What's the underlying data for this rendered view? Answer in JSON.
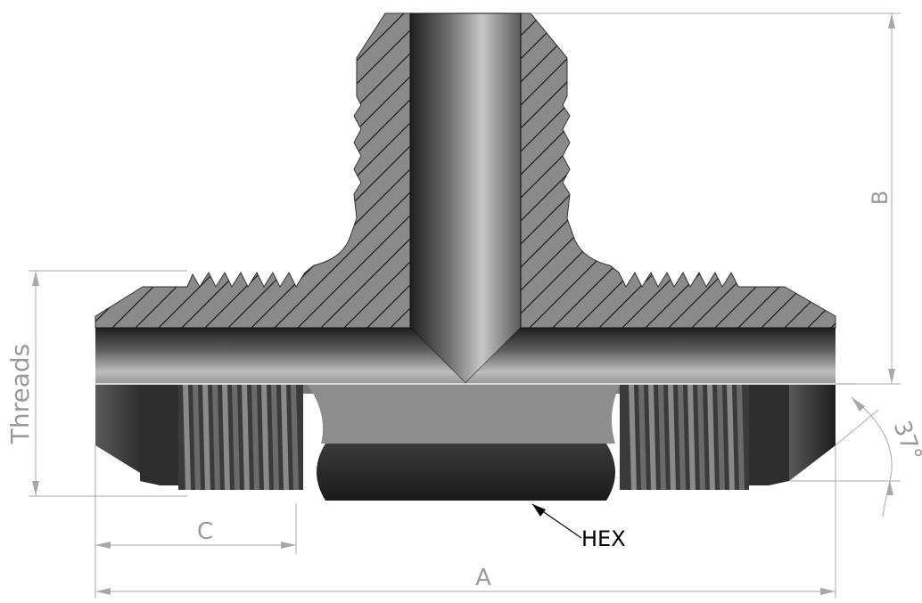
{
  "labels": {
    "a": "A",
    "b": "B",
    "c": "C",
    "threads": "Threads",
    "hex": "HEX",
    "angle": "37°"
  },
  "colors": {
    "background": "#ffffff",
    "section_fill": "#8a8a8a",
    "dimension_line": "#a8a8a8",
    "dimension_text": "#9a9a9a",
    "hex_face": "#2a2a2a"
  }
}
